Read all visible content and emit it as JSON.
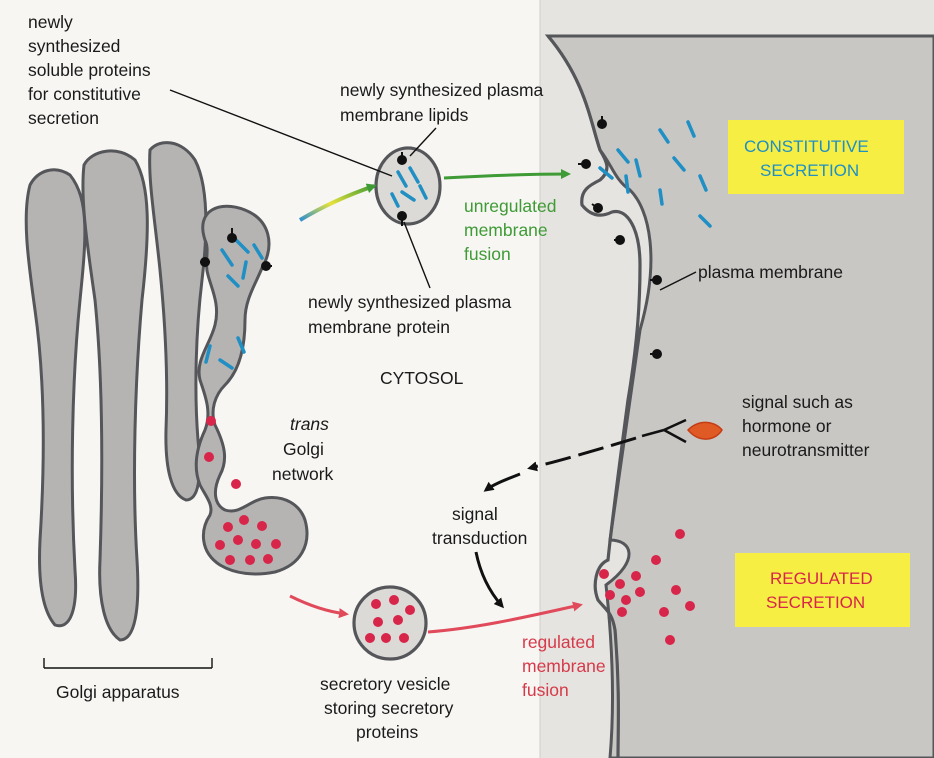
{
  "colors": {
    "cell_interior": "#c9c7c4",
    "organelle_fill": "#b6b4b2",
    "organelle_stroke": "#55565a",
    "vesicle_lumen": "#dcdad6",
    "cargo_blue": "#1f8fc4",
    "cargo_red": "#d8254a",
    "box_yellow": "#f6ee43",
    "arrow_green": "#3f9b36",
    "arrow_red": "#e04a5a",
    "signal_orange": "#e05a25"
  },
  "labels": {
    "newly_soluble": [
      "newly",
      "synthesized",
      "soluble proteins",
      "for constitutive",
      "secretion"
    ],
    "membrane_lipids": [
      "newly synthesized plasma",
      "membrane lipids"
    ],
    "unregulated": [
      "unregulated",
      "membrane",
      "fusion"
    ],
    "membrane_protein": [
      "newly synthesized plasma",
      "membrane protein"
    ],
    "cytosol": "CYTOSOL",
    "trans_golgi_italic": "trans",
    "trans_golgi_rest": [
      "Golgi",
      "network"
    ],
    "plasma_membrane": "plasma membrane",
    "signal": [
      "signal such as",
      "hormone or",
      "neurotransmitter"
    ],
    "signal_transduction": [
      "signal",
      "transduction"
    ],
    "secretory_vesicle": [
      "secretory vesicle",
      "storing secretory",
      "proteins"
    ],
    "regulated_fusion": [
      "regulated",
      "membrane",
      "fusion"
    ],
    "golgi_apparatus": "Golgi apparatus"
  },
  "boxes": {
    "constitutive": [
      "CONSTITUTIVE",
      "SECRETION"
    ],
    "regulated": [
      "REGULATED",
      "SECRETION"
    ]
  }
}
